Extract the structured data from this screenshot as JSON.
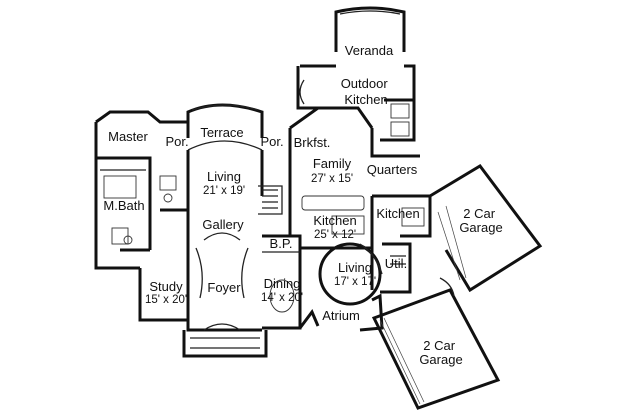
{
  "plan": {
    "rooms": [
      {
        "id": "veranda",
        "name": "Veranda",
        "dims": ""
      },
      {
        "id": "outdoor-kitchen",
        "name": "Outdoor\nKitchen",
        "dims": ""
      },
      {
        "id": "master",
        "name": "Master",
        "dims": ""
      },
      {
        "id": "terrace",
        "name": "Terrace",
        "dims": ""
      },
      {
        "id": "por-left",
        "name": "Por.",
        "dims": ""
      },
      {
        "id": "por-right",
        "name": "Por.",
        "dims": ""
      },
      {
        "id": "brkfst",
        "name": "Brkfst.",
        "dims": ""
      },
      {
        "id": "living-main",
        "name": "Living",
        "dims": "21' x 19'"
      },
      {
        "id": "family",
        "name": "Family",
        "dims": "27' x 15'"
      },
      {
        "id": "quarters",
        "name": "Quarters",
        "dims": ""
      },
      {
        "id": "m-bath",
        "name": "M.Bath",
        "dims": ""
      },
      {
        "id": "gallery",
        "name": "Gallery",
        "dims": ""
      },
      {
        "id": "kitchen-main",
        "name": "Kitchen",
        "dims": "25' x 12'"
      },
      {
        "id": "kitchen-small",
        "name": "Kitchen",
        "dims": ""
      },
      {
        "id": "garage-1",
        "name": "2 Car\nGarage",
        "dims": ""
      },
      {
        "id": "bp",
        "name": "B.P.",
        "dims": ""
      },
      {
        "id": "living-round",
        "name": "Living",
        "dims": "17' x 17'"
      },
      {
        "id": "util",
        "name": "Util.",
        "dims": ""
      },
      {
        "id": "study",
        "name": "Study",
        "dims": "15' x 20'"
      },
      {
        "id": "foyer",
        "name": "Foyer",
        "dims": ""
      },
      {
        "id": "dining",
        "name": "Dining",
        "dims": "14' x 20'"
      },
      {
        "id": "atrium",
        "name": "Atrium",
        "dims": ""
      },
      {
        "id": "garage-2",
        "name": "2 Car\nGarage",
        "dims": ""
      }
    ]
  }
}
